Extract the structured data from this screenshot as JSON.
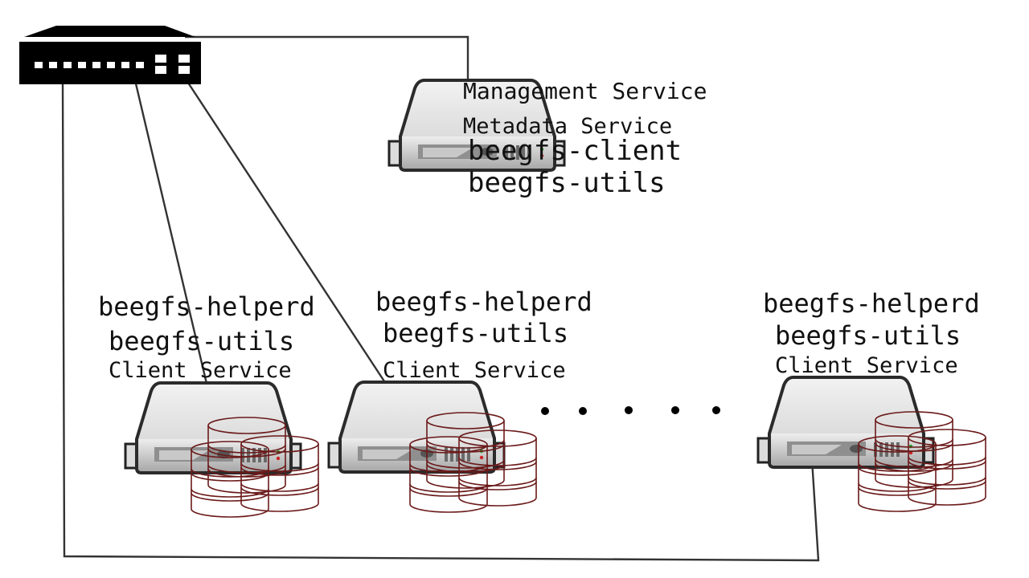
{
  "management_node": {
    "management_service": "Management Service",
    "metadata_service": "Metadata Service",
    "client_package": "beegfs-client",
    "utils_package": "beegfs-utils"
  },
  "storage_nodes": [
    {
      "helper_package": "beegfs-helperd",
      "utils_package": "beegfs-utils",
      "client_service": "Client Service"
    },
    {
      "helper_package": "beegfs-helperd",
      "utils_package": "beegfs-utils",
      "client_service": "Client Service"
    },
    {
      "helper_package": "beegfs-helperd",
      "utils_package": "beegfs-utils",
      "client_service": "Client Service"
    }
  ],
  "colors": {
    "disk_stroke": "#6b1a1a",
    "wire": "#333333",
    "switch": "#000000",
    "server_body": "#d9d9d9"
  },
  "icons": [
    "network-switch-icon",
    "server-icon",
    "disk-stack-icon",
    "ellipsis-dots"
  ]
}
